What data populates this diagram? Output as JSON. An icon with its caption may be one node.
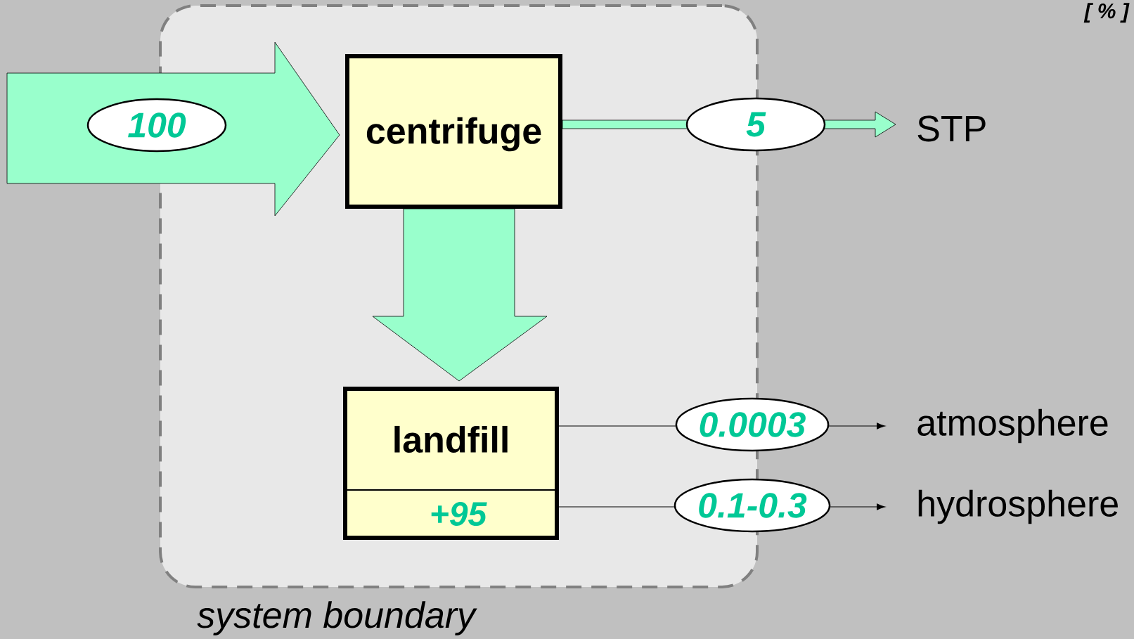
{
  "diagram": {
    "nodes": [
      {
        "text": [
          "system boundary"
        ]
      },
      {
        "text": [
          "centrifuge"
        ],
        "in": 0
      },
      {
        "text": [
          "landfill",
          "+95"
        ],
        "in": 0
      },
      {
        "text": [
          "STP"
        ]
      },
      {
        "text": [
          "atmosphere"
        ]
      },
      {
        "text": [
          "hydrosphere"
        ]
      }
    ],
    "edges": [
      {
        "from": null,
        "to": 1,
        "arrow": "to",
        "label": "100",
        "style": "thick"
      },
      {
        "from": 1,
        "to": 3,
        "arrow": "to",
        "label": "5",
        "style": "thick",
        "color": "#99ffcc"
      },
      {
        "from": 1,
        "to": 2,
        "arrow": "to",
        "style": "thick"
      },
      {
        "from": 2,
        "to": 4,
        "arrow": "to",
        "label": "0.0003",
        "color": "#000000"
      },
      {
        "from": 2,
        "to": 5,
        "arrow": "to",
        "label": "0.1-0.3",
        "color": "#000000"
      }
    ],
    "labels": [
      "[ % ]"
    ]
  }
}
